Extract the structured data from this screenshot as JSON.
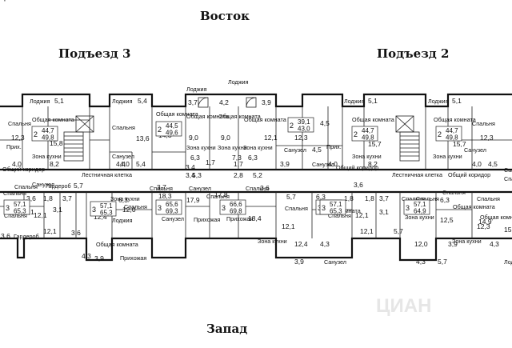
{
  "orientation": {
    "north_label": "Восток",
    "south_label": "Запад"
  },
  "entrances": [
    {
      "label": "Подъезд 3"
    },
    {
      "label": "Подъезд 2"
    }
  ],
  "rooms": [
    {
      "label": "Лоджия"
    },
    {
      "label": "5,1"
    },
    {
      "label": "Спальня"
    },
    {
      "label": "Общая комната"
    },
    {
      "label": "12,3"
    },
    {
      "label": "Зона кухни"
    },
    {
      "label": "15,8"
    },
    {
      "label": "Прих."
    },
    {
      "label": "8,2"
    },
    {
      "label": "4,0"
    },
    {
      "label": "Лоджия"
    },
    {
      "label": "5,4"
    },
    {
      "label": "Спальня"
    },
    {
      "label": "13,6"
    },
    {
      "label": "Общая комната"
    },
    {
      "label": "14,8"
    },
    {
      "label": "Санузел"
    },
    {
      "label": "4,4"
    },
    {
      "label": "5,4"
    },
    {
      "label": "Лоджия"
    },
    {
      "label": "3,7"
    },
    {
      "label": "Общая комната"
    },
    {
      "label": "9,0"
    },
    {
      "label": "Зона кухни"
    },
    {
      "label": "6,3"
    },
    {
      "label": "5,3"
    },
    {
      "label": "4,2"
    },
    {
      "label": "Общая комната"
    },
    {
      "label": "9,0"
    },
    {
      "label": "Зона кухни"
    },
    {
      "label": "7,3"
    },
    {
      "label": "3,4"
    },
    {
      "label": "3,4"
    },
    {
      "label": "1,7"
    },
    {
      "label": "2,8"
    },
    {
      "label": "1,7"
    },
    {
      "label": "Лоджия"
    },
    {
      "label": "3,9"
    },
    {
      "label": "Общая комната"
    },
    {
      "label": "12,1"
    },
    {
      "label": "Зона кухни"
    },
    {
      "label": "6,3"
    },
    {
      "label": "5,2"
    },
    {
      "label": "Спальня"
    },
    {
      "label": "12,3"
    },
    {
      "label": "Санузел"
    },
    {
      "label": "3,9"
    },
    {
      "label": "4,5"
    },
    {
      "label": "Санузел"
    },
    {
      "label": "4,5"
    },
    {
      "label": "4,0"
    },
    {
      "label": "Лоджия"
    },
    {
      "label": "5,1"
    },
    {
      "label": "Общая комната"
    },
    {
      "label": "15,7"
    },
    {
      "label": "Зона кухни"
    },
    {
      "label": "8,2"
    },
    {
      "label": "Прих."
    },
    {
      "label": "Лоджия"
    },
    {
      "label": "5,1"
    },
    {
      "label": "Общая комната"
    },
    {
      "label": "15,7"
    },
    {
      "label": "Зона кухни"
    },
    {
      "label": "Спальня"
    },
    {
      "label": "12,3"
    },
    {
      "label": "Санузел"
    },
    {
      "label": "4,0"
    },
    {
      "label": "4,5"
    },
    {
      "label": "Лестничная клетка"
    },
    {
      "label": "Общий коридор"
    },
    {
      "label": "Лестничная клетка"
    },
    {
      "label": "Общий коридор"
    },
    {
      "label": "Общий коридор"
    },
    {
      "label": "Санузел"
    },
    {
      "label": "3,6"
    },
    {
      "label": "1,8"
    },
    {
      "label": "3,7"
    },
    {
      "label": "Спальня"
    },
    {
      "label": "Спальня"
    },
    {
      "label": "12,1"
    },
    {
      "label": "12,1"
    },
    {
      "label": "3,6"
    },
    {
      "label": "Гардероб"
    },
    {
      "label": "Гардероб"
    },
    {
      "label": "5,7"
    },
    {
      "label": "Зона кухни"
    },
    {
      "label": "6,3"
    },
    {
      "label": "Спальня"
    },
    {
      "label": "12,4"
    },
    {
      "label": "Общая комната"
    },
    {
      "label": "12,0"
    },
    {
      "label": "Лоджия"
    },
    {
      "label": "3,9"
    },
    {
      "label": "4,3"
    },
    {
      "label": "Прихожая"
    },
    {
      "label": "Спальня"
    },
    {
      "label": "18,3"
    },
    {
      "label": "Санузел"
    },
    {
      "label": "17,9"
    },
    {
      "label": "Прихожая"
    },
    {
      "label": "Санузел"
    },
    {
      "label": "Спальня"
    },
    {
      "label": "17,8"
    },
    {
      "label": "Прихожая"
    },
    {
      "label": "Спальня"
    },
    {
      "label": "18,4"
    },
    {
      "label": "Зона кухни"
    },
    {
      "label": "5,7"
    },
    {
      "label": "6,3"
    },
    {
      "label": "Спальня"
    },
    {
      "label": "Общая комната"
    },
    {
      "label": "12,1"
    },
    {
      "label": "12,4"
    },
    {
      "label": "4,3"
    },
    {
      "label": "3,9"
    },
    {
      "label": "Санузел"
    },
    {
      "label": "3,6"
    },
    {
      "label": "1,8"
    },
    {
      "label": "1,8"
    },
    {
      "label": "3,7"
    },
    {
      "label": "Спальня"
    },
    {
      "label": "Спальня"
    },
    {
      "label": "12,1"
    },
    {
      "label": "12,1"
    },
    {
      "label": "5,7"
    },
    {
      "label": "Спальня"
    },
    {
      "label": "Зона кухни"
    },
    {
      "label": "6,3"
    },
    {
      "label": "Общая комната"
    },
    {
      "label": "12,5"
    },
    {
      "label": "12,0"
    },
    {
      "label": "3,9"
    },
    {
      "label": "4,3"
    },
    {
      "label": "5,7"
    },
    {
      "label": "Спальня"
    },
    {
      "label": "Общая комната"
    },
    {
      "label": "14,9"
    },
    {
      "label": "4,3"
    },
    {
      "label": "Лоджия"
    },
    {
      "label": "3,6"
    },
    {
      "label": "3,1"
    },
    {
      "label": "3,1"
    },
    {
      "label": "3,1"
    },
    {
      "label": "Спальня"
    },
    {
      "label": "12,3"
    },
    {
      "label": "4,0"
    },
    {
      "label": "Санузел"
    },
    {
      "label": "Спальня"
    },
    {
      "label": "Зона кухни"
    },
    {
      "label": "15,7"
    },
    {
      "label": "12,3"
    },
    {
      "label": "Спальня"
    },
    {
      "label": "3,7"
    },
    {
      "label": "3,6"
    },
    {
      "label": "Прихожая"
    },
    {
      "label": "Прихожая"
    }
  ],
  "apartment_tags": [
    {
      "rooms": "2",
      "total": "44,7",
      "living": "49,8"
    },
    {
      "rooms": "2",
      "total": "44,5",
      "living": "49,6"
    },
    {
      "rooms": "2",
      "total": "39,1",
      "living": "43,0"
    },
    {
      "rooms": "2",
      "total": "44,7",
      "living": "49,8"
    },
    {
      "rooms": "2",
      "total": "44,7",
      "living": "49,8"
    },
    {
      "rooms": "3",
      "total": "57,1",
      "living": "65,3"
    },
    {
      "rooms": "3",
      "total": "57,1",
      "living": "65,3"
    },
    {
      "rooms": "3",
      "total": "65,6",
      "living": "69,3"
    },
    {
      "rooms": "3",
      "total": "66,6",
      "living": "69,8"
    },
    {
      "rooms": "3",
      "total": "57,1",
      "living": "65,3"
    },
    {
      "rooms": "3",
      "total": "57,1",
      "living": "65,3"
    },
    {
      "rooms": "3",
      "total": "57,1",
      "living": "64,9"
    }
  ],
  "watermark": "ЦИАН"
}
